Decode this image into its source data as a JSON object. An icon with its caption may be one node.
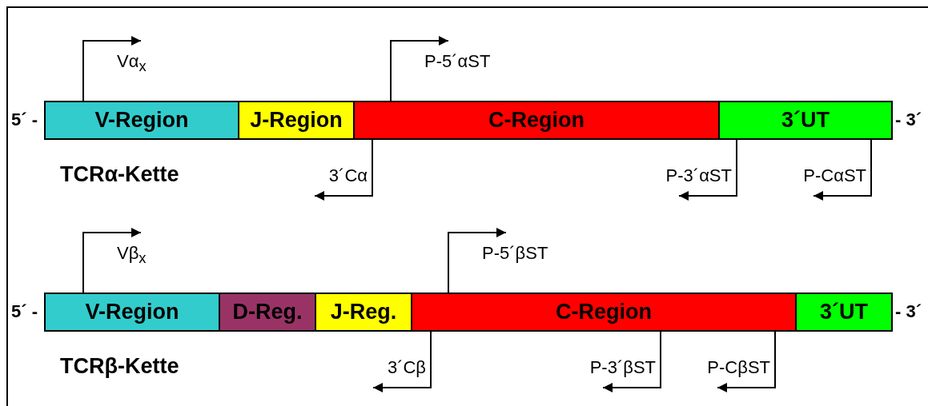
{
  "diagram": {
    "nodes": [
      {
        "text": [
          "V-Region"
        ]
      },
      {
        "text": [
          "J-Region"
        ]
      },
      {
        "text": [
          "C-Region"
        ]
      },
      {
        "text": [
          "3´UT"
        ]
      },
      {
        "text": [
          "V-Region"
        ]
      },
      {
        "text": [
          "D-Reg."
        ]
      },
      {
        "text": [
          "J-Reg."
        ]
      },
      {
        "text": [
          "C-Region"
        ]
      },
      {
        "text": [
          "3´UT"
        ]
      }
    ],
    "edges": [
      {
        "from": 0,
        "to": null,
        "arrow": "to",
        "label": "Vα$_{x}$"
      },
      {
        "from": 2,
        "to": null,
        "arrow": "to",
        "label": "P-5´αST"
      },
      {
        "from": 2,
        "to": null,
        "arrow": "to",
        "label": "3´Cα"
      },
      {
        "from": 3,
        "to": null,
        "arrow": "to",
        "label": "P-3´αST"
      },
      {
        "from": 3,
        "to": null,
        "arrow": "to",
        "label": "P-CαST"
      },
      {
        "from": 4,
        "to": null,
        "arrow": "to",
        "label": "Vβ$_{x}$"
      },
      {
        "from": 7,
        "to": null,
        "arrow": "to",
        "label": "P-5´βST"
      },
      {
        "from": 7,
        "to": null,
        "arrow": "to",
        "label": "3´Cβ"
      },
      {
        "from": 7,
        "to": null,
        "arrow": "to",
        "label": "P-3´βST"
      },
      {
        "from": 7,
        "to": null,
        "arrow": "to",
        "label": "P-CβST"
      }
    ],
    "labels": [
      "5´ -",
      "- 3´",
      "TCRα-Kette",
      "5´ -",
      "- 3´",
      "TCRβ-Kette"
    ]
  }
}
